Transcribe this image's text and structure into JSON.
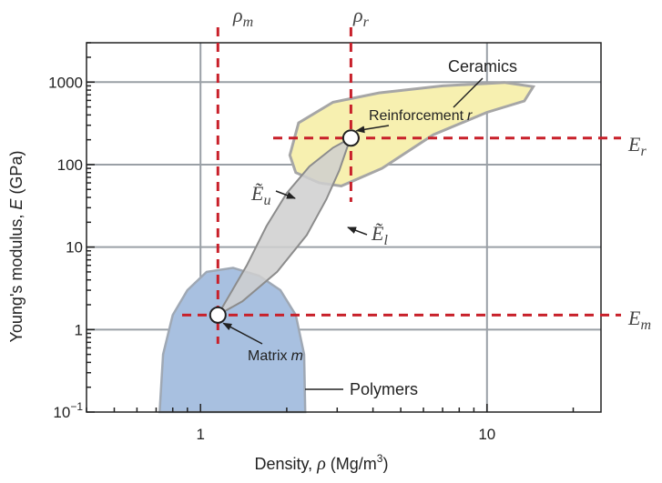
{
  "chart_data": {
    "type": "scatter",
    "xlabel": "Density, ρ (Mg/m³)",
    "xlabel_parts": {
      "base": "Density, ",
      "sym": "ρ",
      "units": "  (Mg/m",
      "sup": "3",
      "close": ")"
    },
    "ylabel": "Young's modulus, E (GPa)",
    "ylabel_parts": {
      "pre": "Young's modulus, ",
      "sym": "E",
      "post": " (GPa)"
    },
    "x_scale": "log",
    "y_scale": "log",
    "xlim": [
      0.4,
      25
    ],
    "ylim": [
      0.1,
      3000
    ],
    "x_major_ticks": [
      1,
      10
    ],
    "x_tick_labels": [
      "1",
      "10"
    ],
    "y_major_ticks": [
      0.1,
      1,
      10,
      100,
      1000
    ],
    "y_tick_labels": [
      "10",
      "1",
      "10",
      "100",
      "1000"
    ],
    "y_tick_sup": [
      "−1",
      "",
      "",
      "",
      ""
    ],
    "grid": true,
    "regions": [
      {
        "name": "Ceramics",
        "color": "#f7f0b0"
      },
      {
        "name": "Polymers",
        "color": "#a8c0e0"
      }
    ],
    "points": [
      {
        "name": "Matrix m",
        "x": 1.15,
        "y": 1.5
      },
      {
        "name": "Reinforcement r",
        "x": 3.35,
        "y": 210
      }
    ],
    "reference_lines": [
      {
        "axis": "x",
        "value": 1.15,
        "label": "ρ",
        "sub": "m"
      },
      {
        "axis": "x",
        "value": 3.35,
        "label": "ρ",
        "sub": "r"
      },
      {
        "axis": "y",
        "value": 210,
        "label": "E",
        "sub": "r"
      },
      {
        "axis": "y",
        "value": 1.5,
        "label": "E",
        "sub": "m"
      }
    ],
    "bounds": [
      {
        "label": "Ẽ",
        "sub": "u"
      },
      {
        "label": "Ẽ",
        "sub": "l"
      }
    ],
    "annotations": {
      "ceramics": "Ceramics",
      "polymers": "Polymers",
      "reinforcement": "Reinforcement",
      "reinforcement_sym": "r",
      "matrix": "Matrix",
      "matrix_sym": "m"
    },
    "colors": {
      "reference_line": "#c8202a",
      "grid": "#9aa0a6",
      "envelope": "#cfcfcf"
    }
  }
}
